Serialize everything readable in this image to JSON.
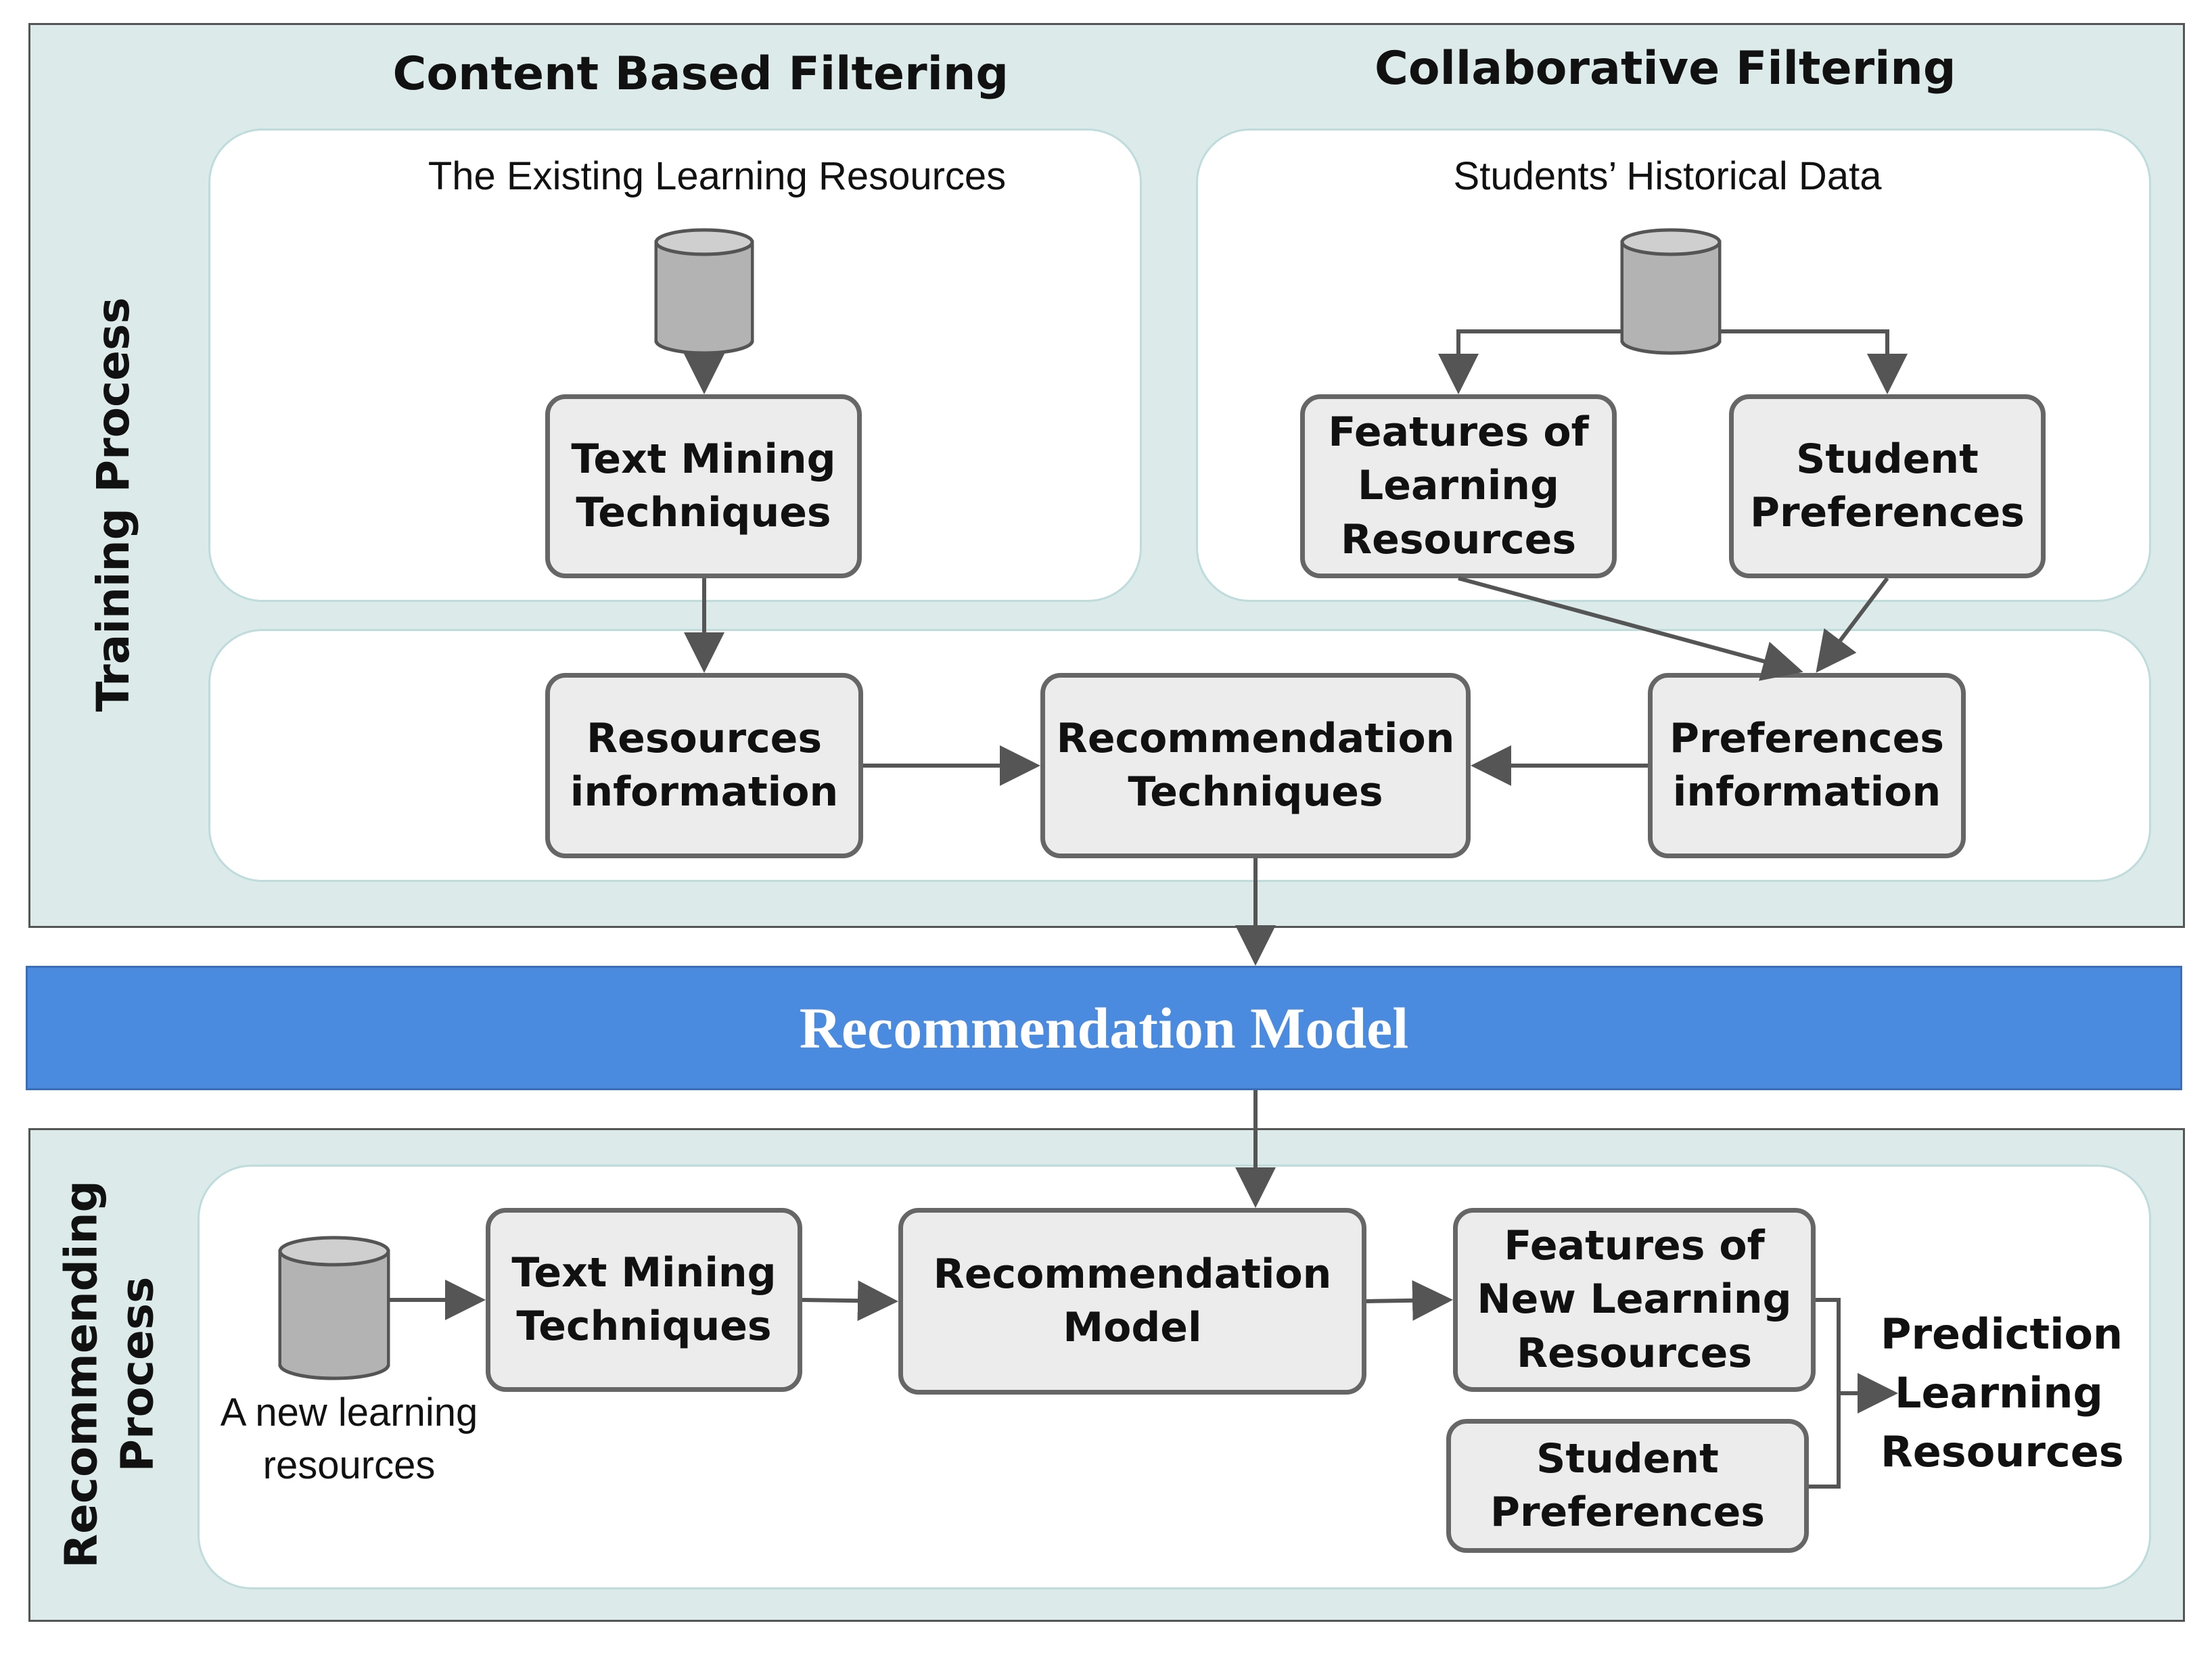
{
  "training": {
    "label": "Training Process",
    "content_title": "Content Based Filtering",
    "collab_title": "Collaborative Filtering",
    "existing_caption": "The Existing  Learning Resources",
    "historical_caption": "Students’ Historical Data",
    "text_mining": "Text Mining\nTechniques",
    "features": "Features of\nLearning\nResources",
    "student_prefs": "Student\nPreferences",
    "resources_info": "Resources\ninformation",
    "rec_techniques": "Recommendation\nTechniques",
    "prefs_info": "Preferences\ninformation"
  },
  "model_bar": {
    "label": "Recommendation Model"
  },
  "recommending": {
    "label": "Recommending\nProcess",
    "new_resource_caption": "A new learning\nresources",
    "text_mining": "Text Mining\nTechniques",
    "rec_model": "Recommendation\nModel",
    "features_new": "Features of\nNew Learning\nResources",
    "student_prefs": "Student\nPreferences",
    "prediction": "Prediction\nLearning\nResources"
  },
  "colors": {
    "panel_bg": "#dcebea",
    "box_fill": "#ececec",
    "model_bar": "#4a8be0",
    "cylinder": "#b3b3b3",
    "arrow": "#555555"
  }
}
